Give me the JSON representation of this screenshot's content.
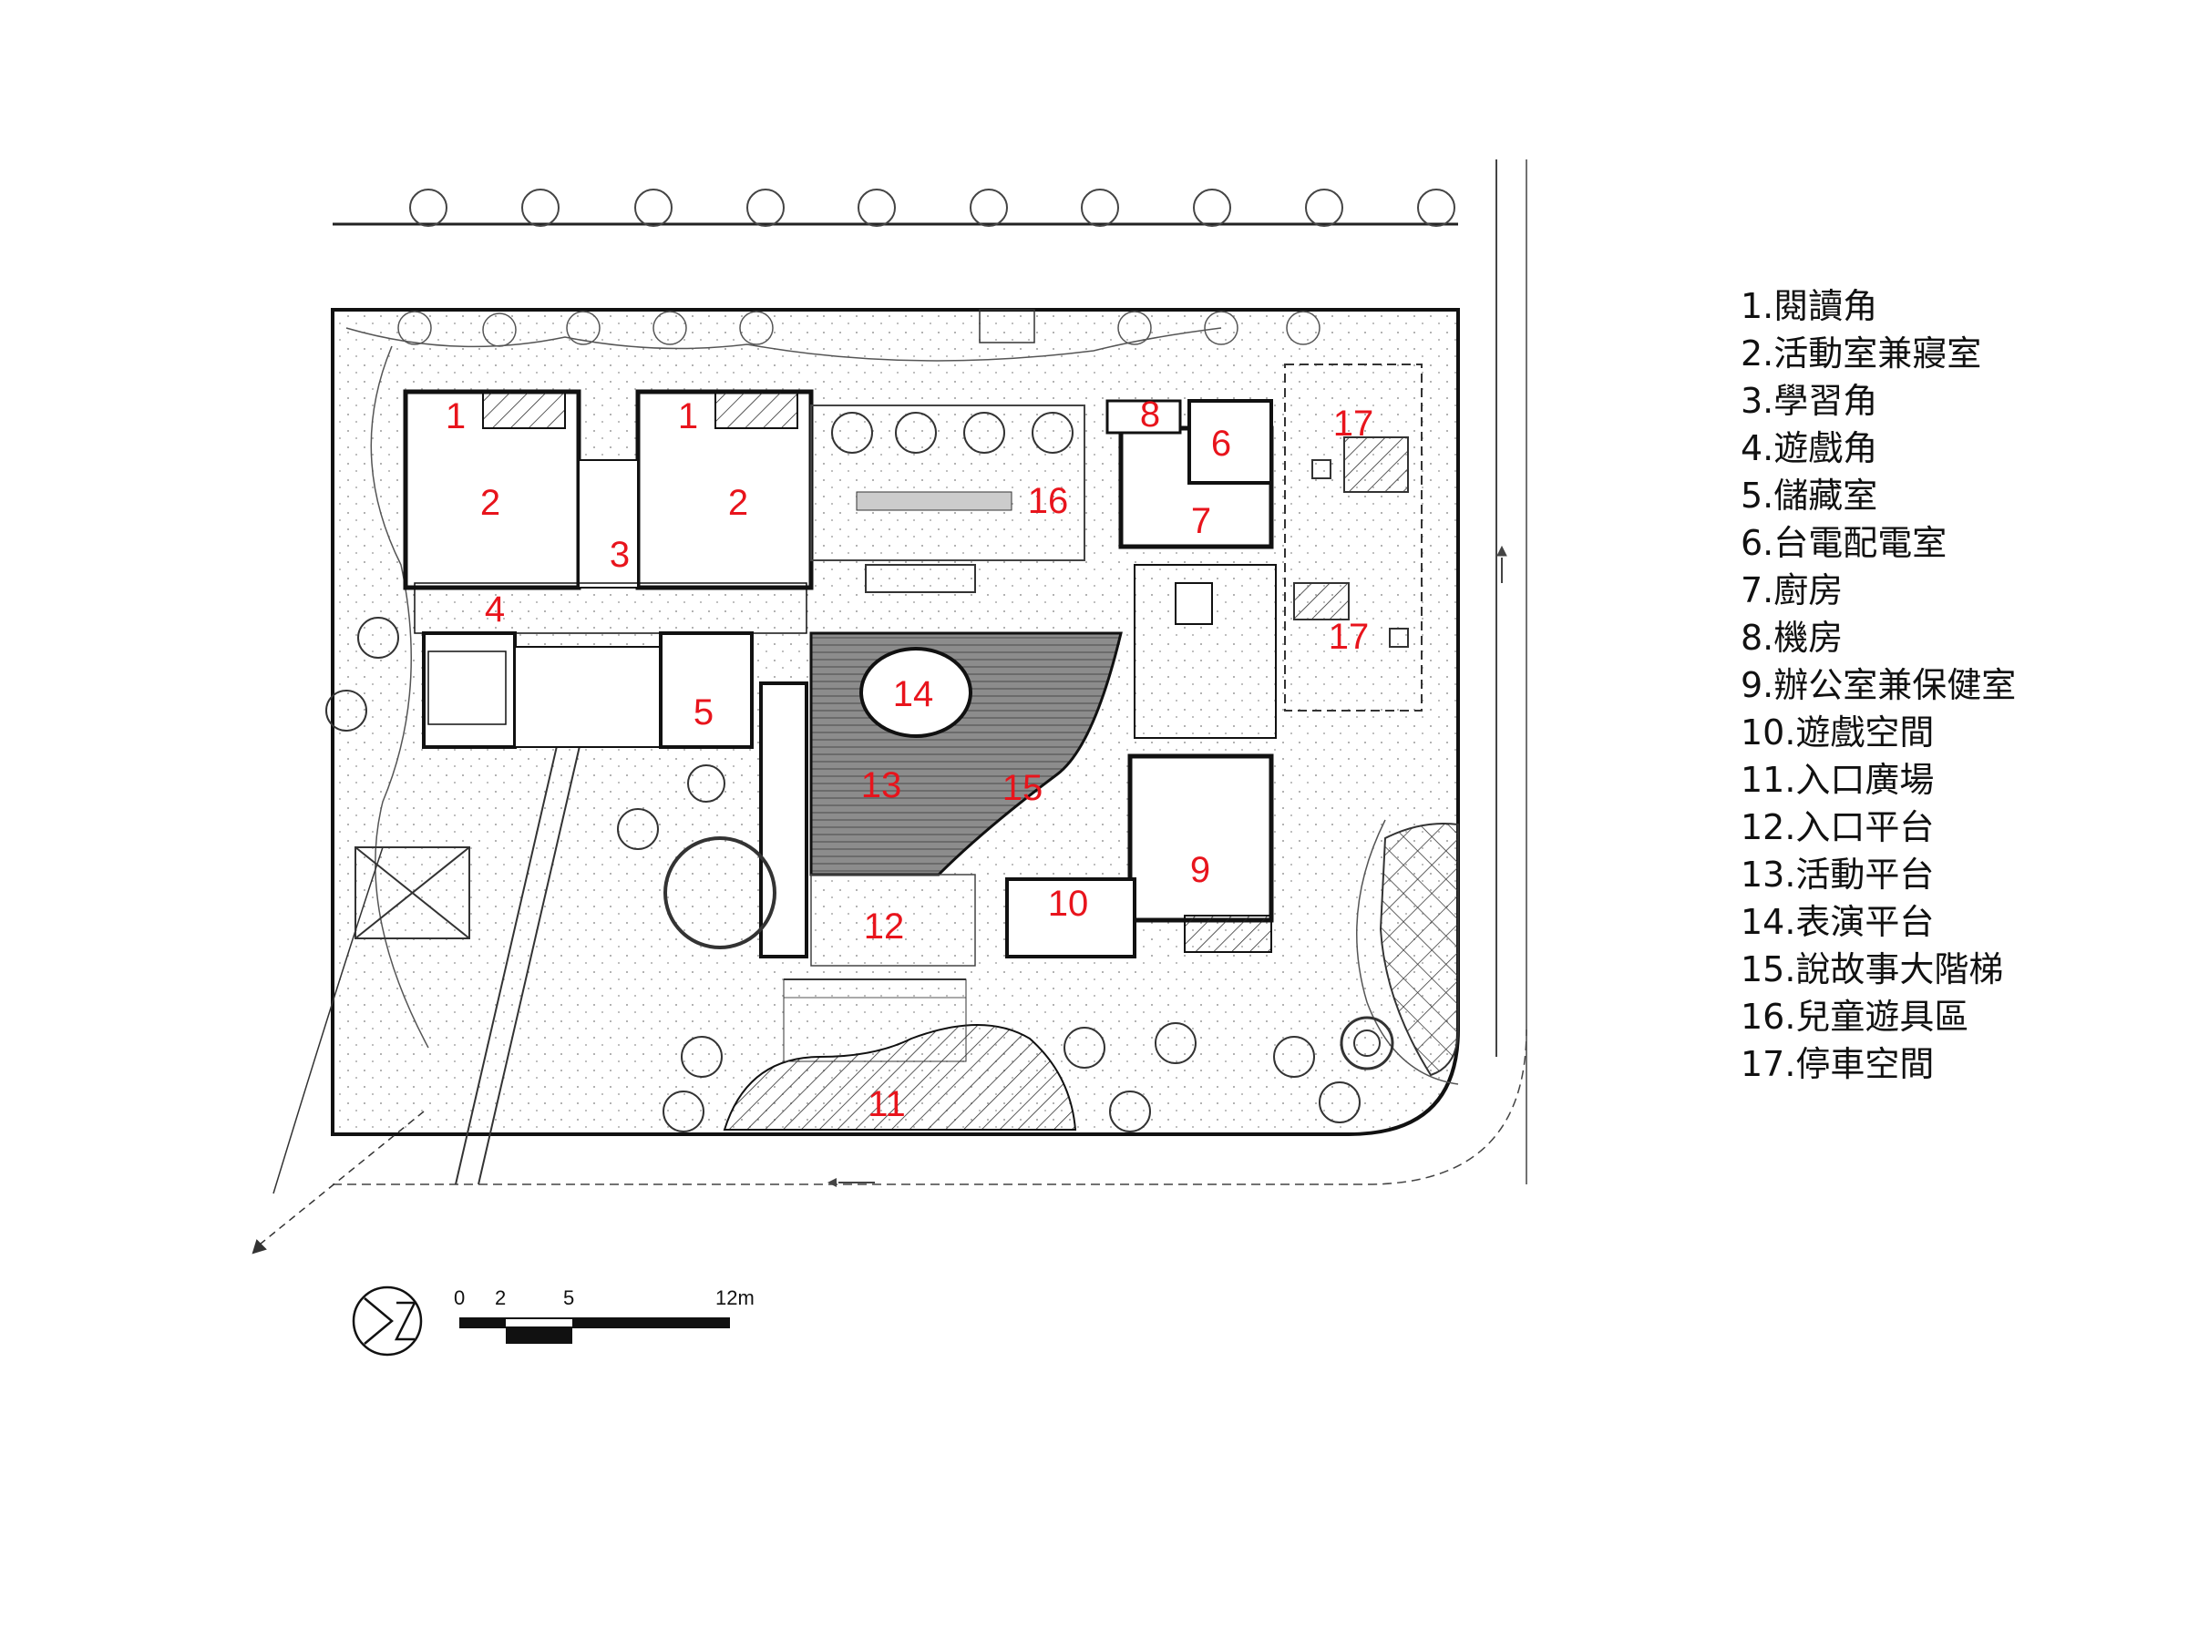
{
  "room_numbers": {
    "r1a": "1",
    "r1b": "1",
    "r2a": "2",
    "r2b": "2",
    "r3": "3",
    "r4": "4",
    "r5": "5",
    "r6": "6",
    "r7": "7",
    "r8": "8",
    "r9": "9",
    "r10": "10",
    "r11": "11",
    "r12": "12",
    "r13": "13",
    "r14": "14",
    "r15": "15",
    "r16": "16",
    "r17a": "17",
    "r17b": "17"
  },
  "legend": [
    "1.閱讀角",
    "2.活動室兼寢室",
    "3.學習角",
    "4.遊戲角",
    "5.儲藏室",
    "6.台電配電室",
    "7.廚房",
    "8.機房",
    "9.辦公室兼保健室",
    "10.遊戲空間",
    "11.入口廣場",
    "12.入口平台",
    "13.活動平台",
    "14.表演平台",
    "15.說故事大階梯",
    "16.兒童遊具區",
    "17.停車空間"
  ],
  "scale_bar": {
    "t0": "0",
    "t2": "2",
    "t5": "5",
    "t12": "12m"
  },
  "colors": {
    "label_red": "#e8141c",
    "line": "#111111",
    "deck": "#8c8c8c",
    "site": "#f4f4f4"
  }
}
